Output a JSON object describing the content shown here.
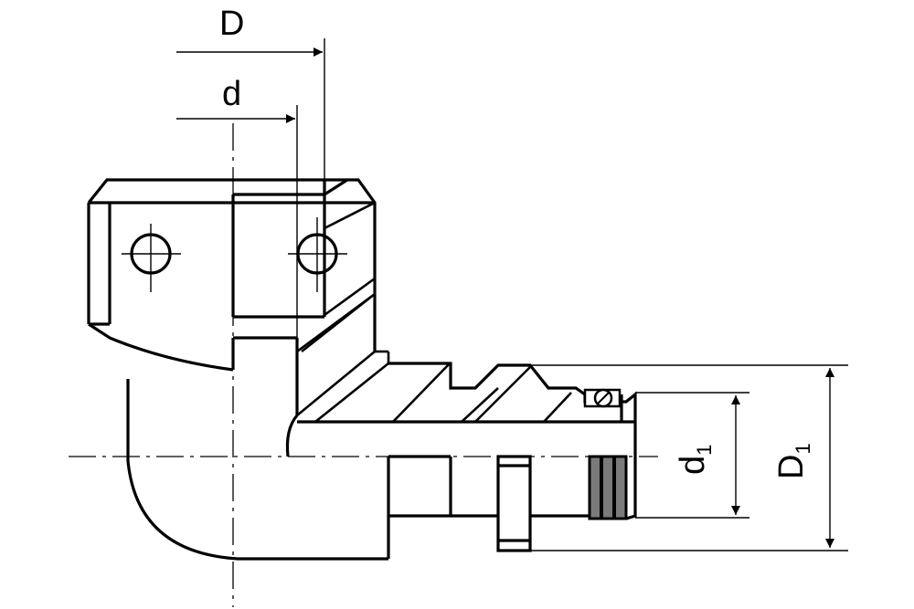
{
  "labels": {
    "outer_diameter": "D",
    "inner_diameter": "d",
    "stud_inner_diameter_main": "d",
    "stud_inner_diameter_sub": "1",
    "stud_outer_diameter_main": "D",
    "stud_outer_diameter_sub": "1"
  },
  "colors": {
    "line": "#000000",
    "background": "#ffffff",
    "oring_fill": "#7a7a7a"
  }
}
